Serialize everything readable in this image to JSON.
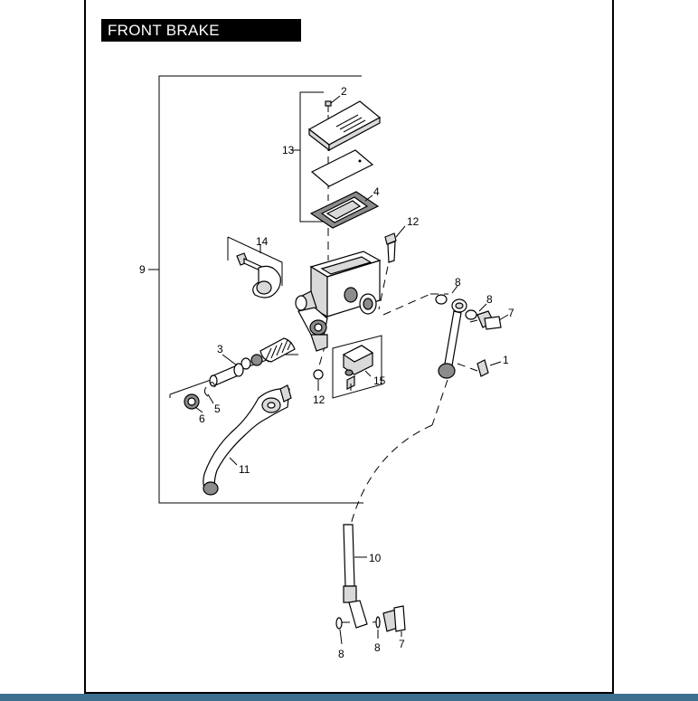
{
  "title": "FRONT BRAKE CONTROL",
  "accent_color": "#3d6f8f",
  "callouts": {
    "c1": "1",
    "c2": "2",
    "c3": "3",
    "c4": "4",
    "c5": "5",
    "c6": "6",
    "c7a": "7",
    "c7b": "7",
    "c8a": "8",
    "c8b": "8",
    "c8c": "8",
    "c8d": "8",
    "c9": "9",
    "c10": "10",
    "c11": "11",
    "c12a": "12",
    "c12b": "12",
    "c13": "13",
    "c14": "14",
    "c15": "15"
  }
}
